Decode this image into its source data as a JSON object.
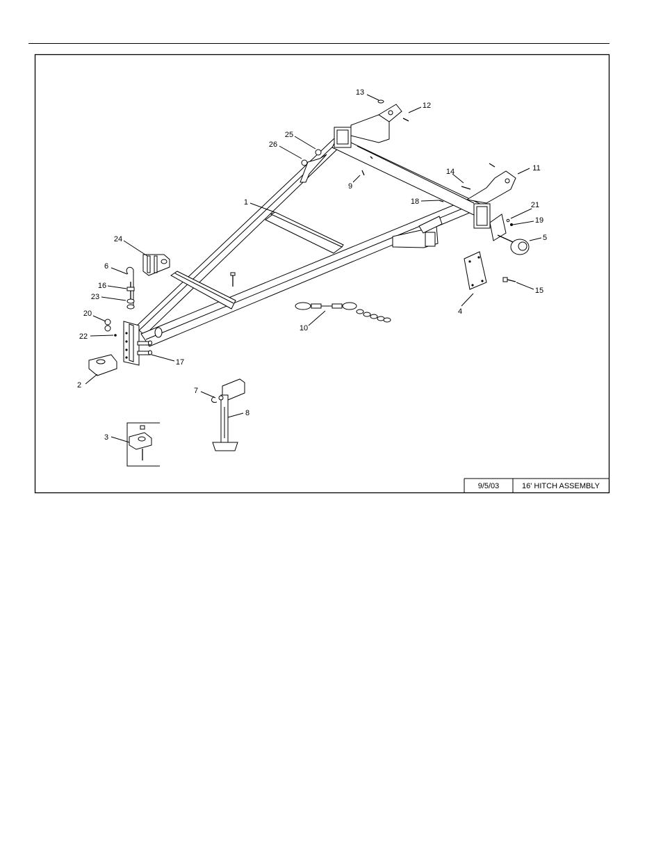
{
  "title_block": {
    "date": "9/5/03",
    "title": "16' HITCH ASSEMBLY"
  },
  "callouts": [
    {
      "label": "1"
    },
    {
      "label": "2"
    },
    {
      "label": "3"
    },
    {
      "label": "4"
    },
    {
      "label": "5"
    },
    {
      "label": "6"
    },
    {
      "label": "7"
    },
    {
      "label": "8"
    },
    {
      "label": "9"
    },
    {
      "label": "10"
    },
    {
      "label": "11"
    },
    {
      "label": "12"
    },
    {
      "label": "13"
    },
    {
      "label": "14"
    },
    {
      "label": "15"
    },
    {
      "label": "16"
    },
    {
      "label": "17"
    },
    {
      "label": "18"
    },
    {
      "label": "19"
    },
    {
      "label": "20"
    },
    {
      "label": "21"
    },
    {
      "label": "22"
    },
    {
      "label": "23"
    },
    {
      "label": "24"
    },
    {
      "label": "25"
    },
    {
      "label": "26"
    }
  ]
}
